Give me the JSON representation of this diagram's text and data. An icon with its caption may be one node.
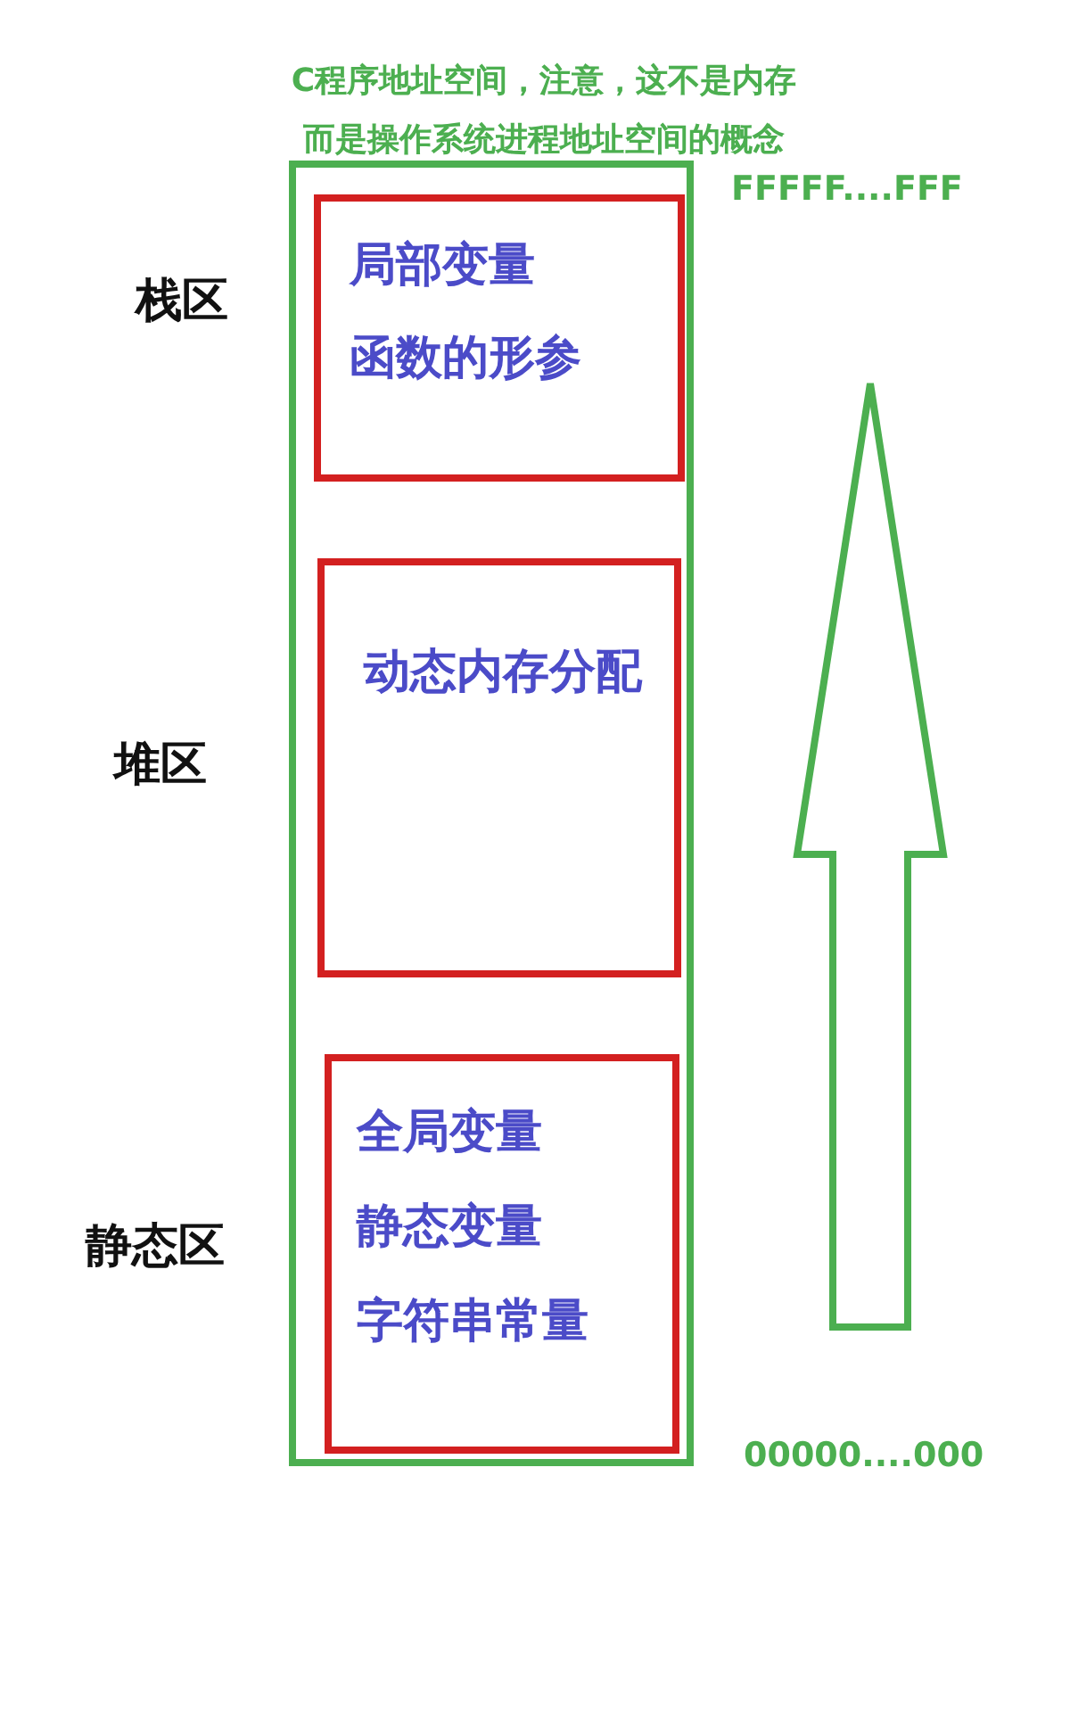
{
  "diagram": {
    "title": "C程序地址空间，注意，这不是内存而是操作系统进程地址空间的概念",
    "nodes": [
      {
        "text": [],
        "shape": "box"
      },
      {
        "text": [
          "局部变量",
          "函数的形参"
        ],
        "in": 0,
        "beside": [
          "栈区"
        ]
      },
      {
        "text": [
          "动态内存分配"
        ],
        "in": 0,
        "beside": [
          "堆区"
        ]
      },
      {
        "text": [
          "全局变量",
          "静态变量",
          "字符串常量"
        ],
        "in": 0,
        "beside": [
          "静态区"
        ]
      }
    ],
    "edges": [],
    "labels": [
      "FFFFF....FFF",
      "00000....000"
    ]
  }
}
